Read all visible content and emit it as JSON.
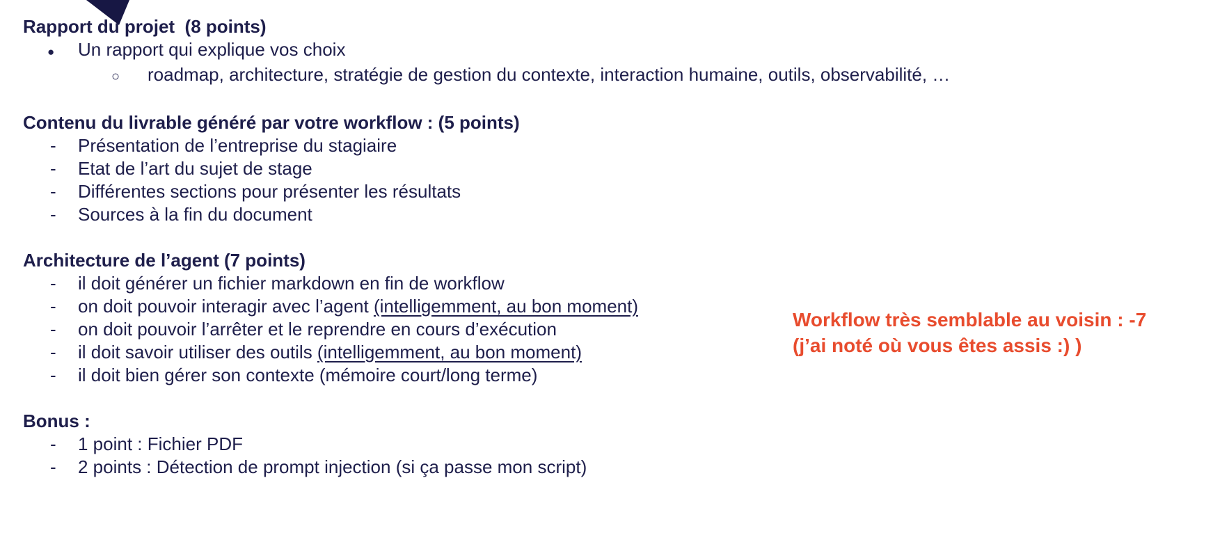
{
  "colors": {
    "text": "#1e1e4b",
    "annotation": "#e84c2e",
    "arrow": "#171744",
    "background": "#ffffff"
  },
  "decor": {
    "arrow_fragment": "dark navy triangle (tip of an arrow annotation cut off by top edge)"
  },
  "sections": {
    "rapport": {
      "heading": "Rapport du projet  (8 points)",
      "bullet": {
        "marker": "●",
        "text": "Un rapport qui explique vos choix"
      },
      "subbullet": {
        "marker": "○",
        "text": "roadmap, architecture, stratégie de gestion du contexte, interaction humaine, outils, observabilité, …"
      }
    },
    "contenu": {
      "heading": "Contenu du livrable généré par votre workflow : (5 points)",
      "marker": "-",
      "items": [
        {
          "text": "Présentation de l’entreprise du stagiaire"
        },
        {
          "text": "Etat de l’art du sujet de stage"
        },
        {
          "text": "Différentes sections pour présenter les résultats"
        },
        {
          "text": "Sources à la fin du document"
        }
      ]
    },
    "architecture": {
      "heading": "Architecture de l’agent (7 points)",
      "marker": "-",
      "items": [
        {
          "text": "il doit générer un fichier markdown en fin de workflow",
          "underline": ""
        },
        {
          "text": "on doit pouvoir interagir avec l’agent ",
          "underline": "(intelligemment, au bon moment)"
        },
        {
          "text": "on doit pouvoir l’arrêter et le reprendre en cours d’exécution",
          "underline": ""
        },
        {
          "text": "il doit savoir utiliser des outils ",
          "underline": "(intelligemment, au bon moment)"
        },
        {
          "text": "il doit bien gérer son contexte (mémoire court/long terme)",
          "underline": ""
        }
      ]
    },
    "bonus": {
      "heading": "Bonus :",
      "marker": "-",
      "items": [
        {
          "text": "1 point : Fichier PDF"
        },
        {
          "text": "2 points : Détection de prompt injection (si ça passe mon script)"
        }
      ]
    }
  },
  "annotation": {
    "line1": "Workflow très semblable au voisin : -7",
    "line2": "(j’ai noté où vous êtes assis :) )"
  }
}
